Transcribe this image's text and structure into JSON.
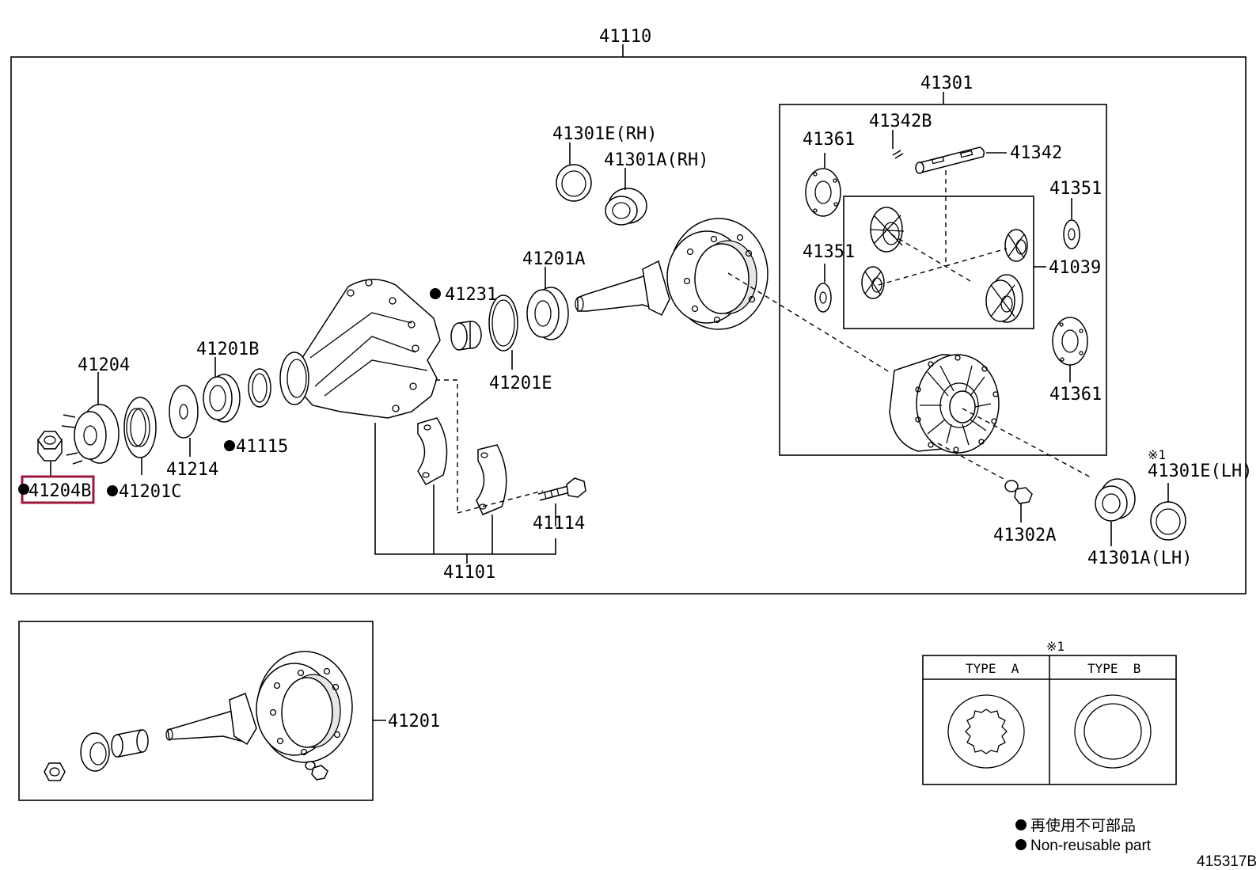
{
  "labels": {
    "p41110": "41110",
    "p41301": "41301",
    "p41342B": "41342B",
    "p41342": "41342",
    "p41361a": "41361",
    "p41361b": "41361",
    "p41351a": "41351",
    "p41351b": "41351",
    "p41039": "41039",
    "p41301E_RH": "41301E(RH)",
    "p41301A_RH": "41301A(RH)",
    "p41201A": "41201A",
    "p41231": "41231",
    "p41201E": "41201E",
    "p41201B": "41201B",
    "p41204": "41204",
    "p41115": "41115",
    "p41214": "41214",
    "p41201C": "41201C",
    "p41204B": "41204B",
    "p41114": "41114",
    "p41101": "41101",
    "p41302A": "41302A",
    "p41301E_LH": "41301E(LH)",
    "p41301A_LH": "41301A(LH)",
    "p41201": "41201",
    "note_mark": "※1"
  },
  "type_table": {
    "mark": "※1",
    "type_a": "TYPE  A",
    "type_b": "TYPE  B"
  },
  "legend": {
    "jp": "再使用不可部品",
    "en": "Non-reusable part"
  },
  "diagram_id": "415317B"
}
